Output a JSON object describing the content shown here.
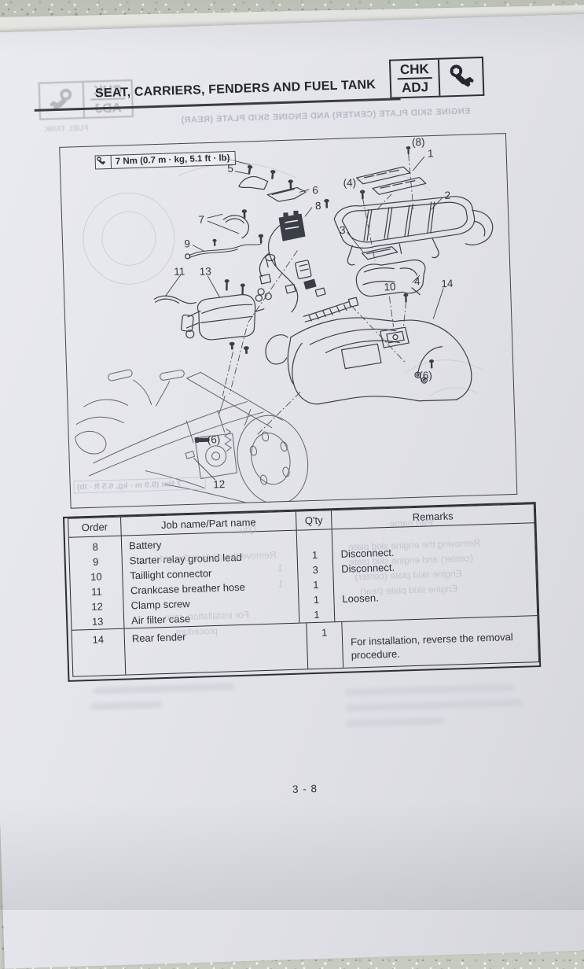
{
  "page": {
    "paper_color": "#e4e5ea",
    "ink_color": "#2c2f36",
    "background_color": "#c6cbc1"
  },
  "header": {
    "title": "SEAT, CARRIERS, FENDERS AND FUEL TANK",
    "badge": {
      "top": "CHK",
      "bottom": "ADJ",
      "icon": "wrench-icon"
    }
  },
  "diagram": {
    "torque_note": "7 Nm (0.7 m · kg, 5.1 ft · lb)",
    "labels": [
      "5",
      "6",
      "7",
      "8",
      "9",
      "11",
      "13",
      "3",
      "2",
      "1",
      "4",
      "10",
      "14",
      "12",
      "(8)",
      "(4)",
      "(6)",
      "(6)"
    ]
  },
  "table": {
    "headers": [
      "Order",
      "Job name/Part name",
      "Q'ty",
      "Remarks"
    ],
    "rows": [
      {
        "order": "8",
        "name": "Battery",
        "qty": "",
        "remarks": ""
      },
      {
        "order": "9",
        "name": "Starter relay ground lead",
        "qty": "1",
        "remarks": "Disconnect."
      },
      {
        "order": "10",
        "name": "Taillight connector",
        "qty": "3",
        "remarks": "Disconnect."
      },
      {
        "order": "11",
        "name": "Crankcase breather hose",
        "qty": "1",
        "remarks": ""
      },
      {
        "order": "12",
        "name": "Clamp screw",
        "qty": "1",
        "remarks": "Loosen."
      },
      {
        "order": "13",
        "name": "Air filter case",
        "qty": "1",
        "remarks": ""
      },
      {
        "order": "14",
        "name": "Rear fender",
        "qty": "1",
        "remarks": "For installation, reverse the removal procedure."
      }
    ]
  },
  "bleedthrough": {
    "section_title": "ENGINE SKID PLATE (CENTER) AND ENGINE SKID PLATE (REAR)",
    "corner_text": "FUEL TANK",
    "badge_top": "CHK",
    "badge_bottom": "ADJ",
    "torque_note": "7 Nm (0.9 m · kg, 6.5 ft · lb)",
    "table_snippets": [
      "Removing the engine skid plate",
      "(center) and engine skid plate",
      "Engine skid plate (center)",
      "Engine skid plate (rear)",
      "For installation, reve",
      "procedure.",
      "Remove the parts in the orde",
      "Q'ty",
      "Part name",
      "1",
      "1"
    ]
  },
  "footer": {
    "page_number": "3 - 8"
  }
}
